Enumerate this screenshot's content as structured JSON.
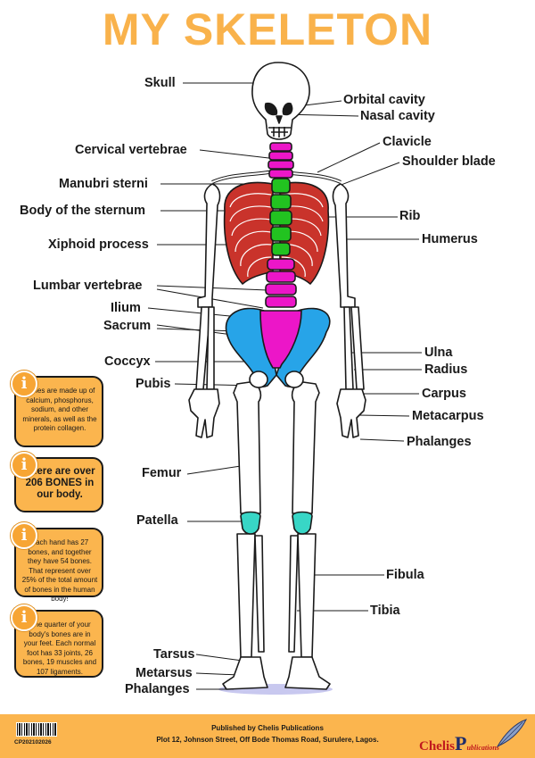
{
  "title": "MY SKELETON",
  "labels_left": [
    {
      "text": "Skull"
    },
    {
      "text": "Cervical vertebrae"
    },
    {
      "text": "Manubri sterni"
    },
    {
      "text": "Body of the sternum"
    },
    {
      "text": "Xiphoid process"
    },
    {
      "text": "Lumbar vertebrae"
    },
    {
      "text": "Ilium"
    },
    {
      "text": "Sacrum"
    },
    {
      "text": "Coccyx"
    },
    {
      "text": "Pubis"
    },
    {
      "text": "Femur"
    },
    {
      "text": "Patella"
    },
    {
      "text": "Tarsus"
    },
    {
      "text": "Metarsus"
    },
    {
      "text": "Phalanges"
    }
  ],
  "labels_right": [
    {
      "text": "Orbital cavity"
    },
    {
      "text": "Nasal cavity"
    },
    {
      "text": "Clavicle"
    },
    {
      "text": "Shoulder blade"
    },
    {
      "text": "Rib"
    },
    {
      "text": "Humerus"
    },
    {
      "text": "Ulna"
    },
    {
      "text": "Radius"
    },
    {
      "text": "Carpus"
    },
    {
      "text": "Metacarpus"
    },
    {
      "text": "Phalanges"
    },
    {
      "text": "Fibula"
    },
    {
      "text": "Tibia"
    }
  ],
  "facts": [
    {
      "text": "Bones are made up of calcium, phosphorus, sodium, and other minerals, as well as the protein collagen."
    },
    {
      "text": "There are over 206 BONES in our body."
    },
    {
      "text": "Each hand has 27 bones, and together they have 54 bones. That represent over 25% of the total amount of bones in the human body!"
    },
    {
      "text": "One quarter of your body's bones are in your feet. Each normal foot has 33 joints, 26 bones, 19 muscles and 107 ligaments."
    }
  ],
  "footer": {
    "published_by": "Published by Chelis Publications",
    "address": "Plot 12, Johnson Street, Off Bode Thomas Road, Surulere, Lagos.",
    "code": "CP202102026",
    "logo_main": "Chelis",
    "logo_p": "P",
    "logo_sub": "ublications"
  },
  "colors": {
    "title": "#F9B24B",
    "ribs": "#C9332B",
    "spine": "#EC16C8",
    "sternum": "#22C320",
    "pelvis": "#27A4E8",
    "patella": "#38D6C6",
    "panel": "#FBB54E"
  }
}
